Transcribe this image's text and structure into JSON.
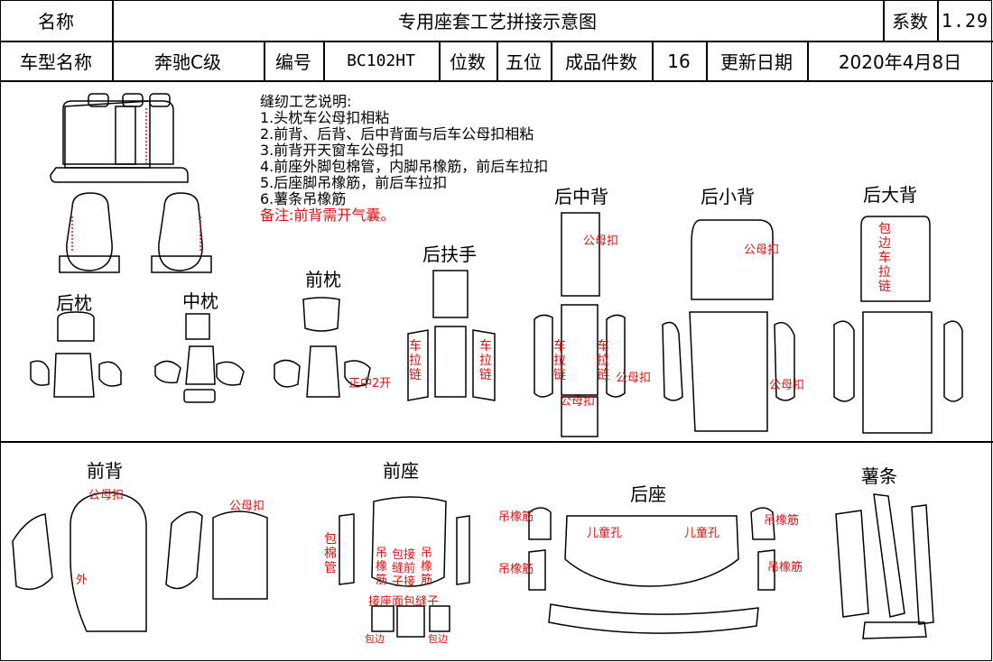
{
  "header": {
    "name_label": "名称",
    "doc_title": "专用座套工艺拼接示意图",
    "coef_label": "系数",
    "coef_value": "1.29",
    "model_label": "车型名称",
    "model_value": "奔驰C级",
    "code_label": "编号",
    "code_value": "BC102HT",
    "seats_label": "位数",
    "seats_value": "五位",
    "pieces_label": "成品件数",
    "pieces_value": "16",
    "date_label": "更新日期",
    "date_value": "2020年4月8日"
  },
  "notes": {
    "heading": "缝纫工艺说明:",
    "items": [
      "1.头枕车公母扣相粘",
      "2.前背、后背、后中背面与后车公母扣相粘",
      "3.前背开天窗车公母扣",
      "4.前座外脚包棉管，内脚吊橡筋，前后车拉扣",
      "5.后座脚吊橡筋，前后车拉扣",
      "6.薯条吊橡筋"
    ],
    "remark": "备注:前背需开气囊。"
  },
  "sections": {
    "rear_headrest": "后枕",
    "mid_headrest": "中枕",
    "front_headrest": "前枕",
    "rear_armrest": "后扶手",
    "rear_mid_back": "后中背",
    "rear_small_back": "后小背",
    "rear_big_back": "后大背",
    "front_back": "前背",
    "front_seat": "前座",
    "rear_seat": "后座",
    "fries_strip": "薯条"
  },
  "annotations": {
    "snap": "公母扣",
    "zipper": "车拉链",
    "open_center": "正中2开",
    "edge_zip": "包边车拉链",
    "outer": "外",
    "cotton_tube": "包棉管",
    "hang_band": "吊橡筋",
    "child_hole": "儿童孔",
    "wrap_edge": "包边",
    "seat_a": "吊橡筋",
    "seat_b": "包接缝前子接",
    "seat_bottom": "接座面包缝子"
  },
  "colors": {
    "ink": "#000000",
    "annotation": "#e01010"
  }
}
